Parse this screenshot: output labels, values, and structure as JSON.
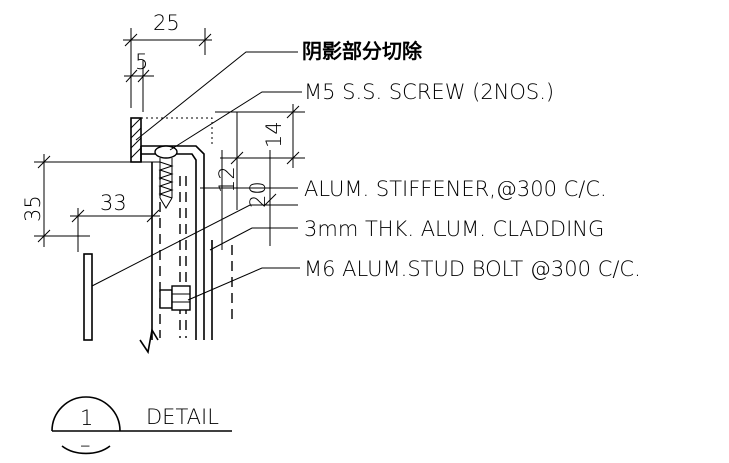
{
  "dimensions": {
    "d25": "25",
    "d5": "5",
    "d14": "14",
    "d12": "12",
    "d20": "20",
    "d35": "35",
    "d33": "33"
  },
  "callouts": {
    "cut_note": "阴影部分切除",
    "screw": "M5 S.S. SCREW (2NOS.)",
    "stiffener": "ALUM. STIFFENER,@300 C/C.",
    "cladding": "3mm THK. ALUM. CLADDING",
    "bolt": "M6 ALUM.STUD BOLT @300 C/C."
  },
  "detail_tag": {
    "number": "1",
    "sheet": "–",
    "title": "DETAIL"
  }
}
